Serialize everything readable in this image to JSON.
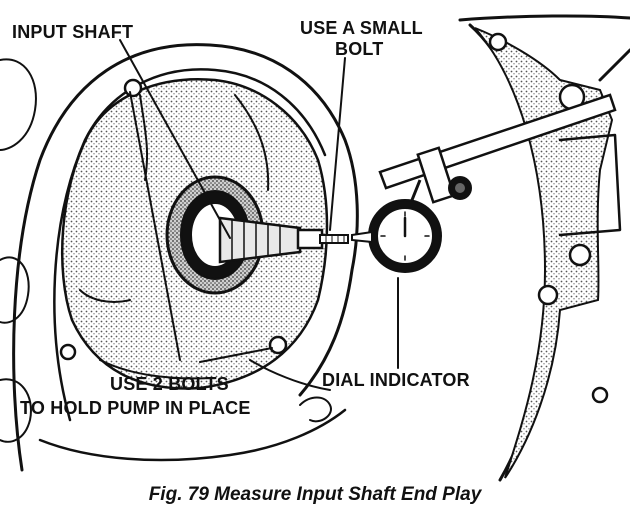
{
  "labels": {
    "input_shaft": "INPUT SHAFT",
    "small_bolt_line1": "USE A SMALL",
    "small_bolt_line2": "BOLT",
    "dial_indicator": "DIAL INDICATOR",
    "two_bolts_line1": "USE 2 BOLTS",
    "two_bolts_line2": "TO HOLD PUMP IN PLACE"
  },
  "caption": "Fig. 79 Measure Input Shaft End Play",
  "colors": {
    "ink": "#111111",
    "paper": "#ffffff",
    "shade": "#bdbdbd"
  }
}
